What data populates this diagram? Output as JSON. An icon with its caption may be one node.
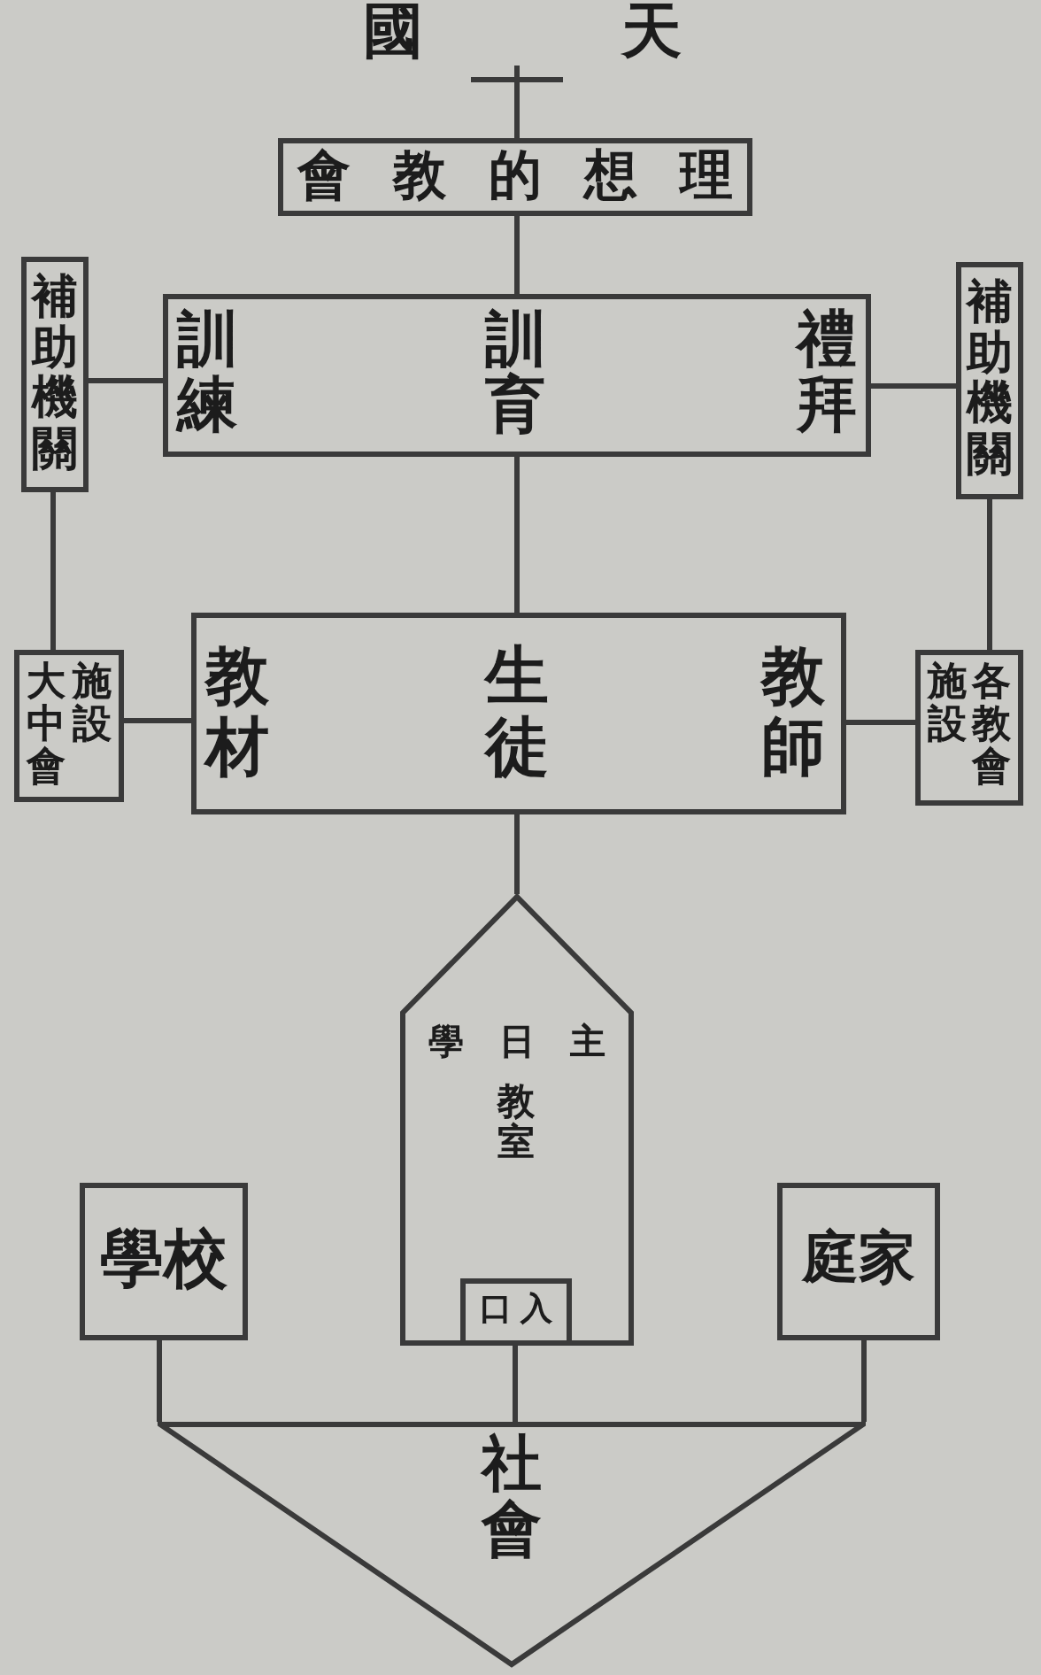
{
  "diagram": {
    "nodes": [
      {
        "text": [],
        "shape": "cross"
      },
      {
        "text": [
          "會教的想理"
        ]
      },
      {
        "text": [
          "補助機關"
        ]
      },
      {
        "text": [
          "訓練",
          "訓育",
          "禮拜"
        ]
      },
      {
        "text": [
          "補助機關"
        ]
      },
      {
        "text": [
          "大中會",
          "施設"
        ]
      },
      {
        "text": [
          "教材",
          "生徒",
          "教師"
        ]
      },
      {
        "text": [
          "施設",
          "各教會"
        ]
      },
      {
        "text": [
          "學日主",
          "教室"
        ]
      },
      {
        "text": [
          "口入"
        ],
        "in": 8
      },
      {
        "text": [
          "學校"
        ]
      },
      {
        "text": [
          "庭家"
        ]
      },
      {
        "text": [
          "社會"
        ]
      }
    ],
    "edges": [
      {
        "from": 0,
        "to": 1,
        "arrow": "none"
      },
      {
        "from": 1,
        "to": 3,
        "arrow": "none"
      },
      {
        "from": 2,
        "to": 3,
        "arrow": "none"
      },
      {
        "from": 4,
        "to": 3,
        "arrow": "none"
      },
      {
        "from": 3,
        "to": 6,
        "arrow": "none"
      },
      {
        "from": 2,
        "to": 5,
        "arrow": "none"
      },
      {
        "from": 4,
        "to": 7,
        "arrow": "none"
      },
      {
        "from": 5,
        "to": 6,
        "arrow": "none"
      },
      {
        "from": 7,
        "to": 6,
        "arrow": "none"
      },
      {
        "from": 6,
        "to": 8,
        "arrow": "none"
      },
      {
        "from": 10,
        "to": 12,
        "arrow": "none"
      },
      {
        "from": 9,
        "to": 12,
        "arrow": "none"
      },
      {
        "from": 11,
        "to": 12,
        "arrow": "none"
      }
    ],
    "labels": [
      "國天"
    ]
  }
}
